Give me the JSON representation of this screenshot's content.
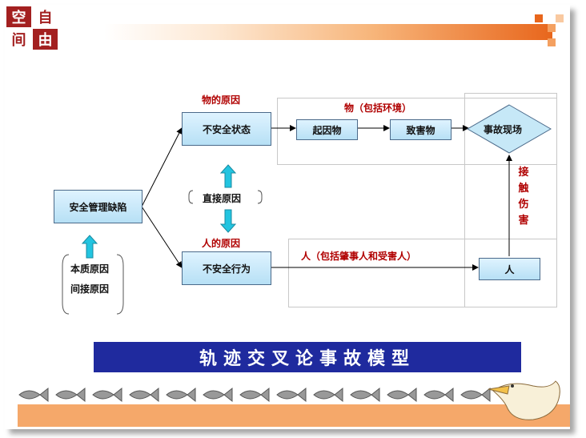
{
  "logo": {
    "c1": "空",
    "c2": "自",
    "c3": "间",
    "c4": "由"
  },
  "labels": {
    "material_cause": "物的原因",
    "material_env": "物（包括环境）",
    "direct_cause": "直接原因",
    "human_cause": "人的原因",
    "human_involved": "人（包括肇事人和受害人）",
    "essential_cause": "本质原因",
    "indirect_cause": "间接原因",
    "contact_injury": [
      "接",
      "触",
      "伤",
      "害"
    ]
  },
  "nodes": {
    "mgmt_defect": "安全管理缺陷",
    "unsafe_state": "不安全状态",
    "unsafe_behavior": "不安全行为",
    "causal_object": "起因物",
    "harmful_object": "致害物",
    "accident_scene": "事故现场",
    "person": "人"
  },
  "title": "轨迹交叉论事故模型",
  "colors": {
    "node_fill": "#c6e8f7",
    "arrow": "#22c4e0",
    "banner": "#1f2a9e",
    "accent": "#e8661c",
    "label_red": "#b00000"
  }
}
